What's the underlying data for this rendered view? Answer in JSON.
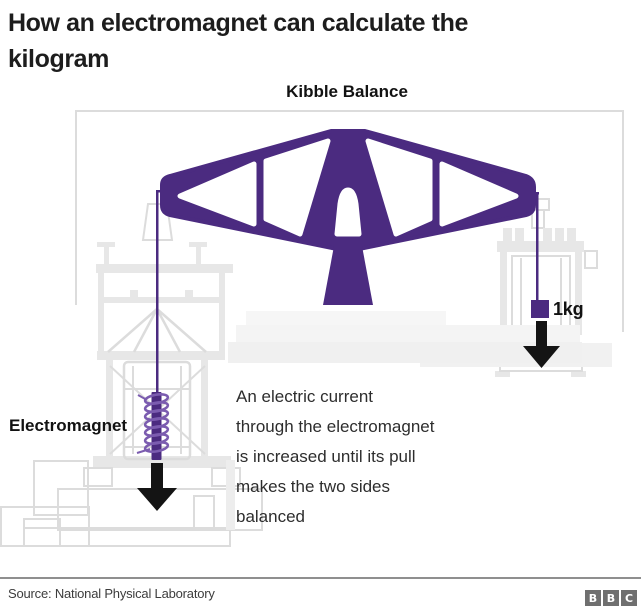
{
  "title": {
    "lines": [
      "How an electromagnet can calculate the",
      "kilogram"
    ]
  },
  "diagram": {
    "heading": "Kibble Balance",
    "labels": {
      "electromagnet": "Electromagnet",
      "mass": "1kg"
    },
    "caption_lines": [
      "An electric current",
      "through the electromagnet",
      "is increased until its pull",
      "makes the two sides",
      "balanced"
    ],
    "icons": {
      "mass_arrow": "down-arrow",
      "electromagnet_arrow": "down-arrow"
    },
    "colors": {
      "beam_purple": "#4b2b80",
      "coil_purple": "#7b5caf",
      "arrow_black": "#141414",
      "apparatus_gray": "#dcdcdc"
    }
  },
  "footer": {
    "source": "Source: National Physical Laboratory",
    "logo_letters": [
      "B",
      "B",
      "C"
    ]
  }
}
